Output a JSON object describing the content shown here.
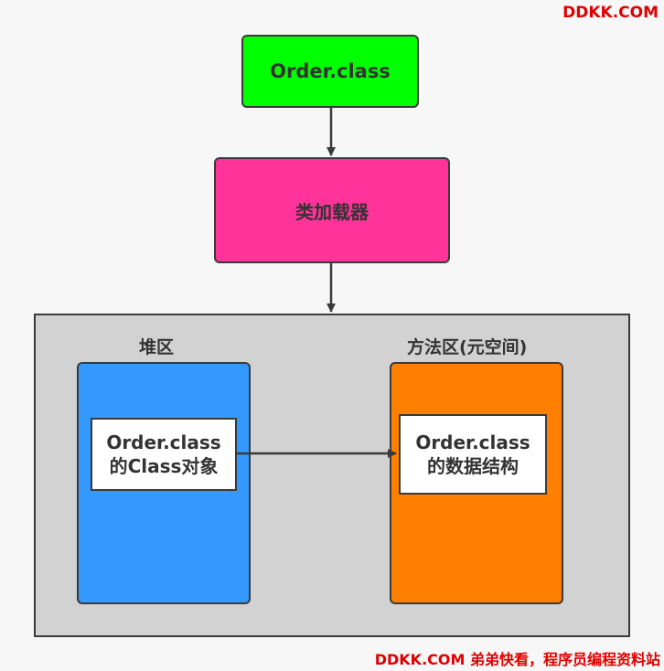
{
  "watermark": {
    "top": "DDKK.COM",
    "bottom": "DDKK.COM 弟弟快看，程序员编程资料站"
  },
  "nodes": {
    "class_file": "Order.class",
    "class_loader": "类加载器"
  },
  "areas": {
    "heap": {
      "title": "堆区",
      "box_line1": "Order.class",
      "box_line2": "的Class对象"
    },
    "method_area": {
      "title": "方法区(元空间)",
      "box_line1": "Order.class",
      "box_line2": "的数据结构"
    }
  },
  "colors": {
    "class_file": "#00ff00",
    "class_loader": "#ff3399",
    "jvm_area": "#d2d2d2",
    "heap": "#3399ff",
    "method_area": "#ff8000",
    "watermark": "#e00000"
  }
}
